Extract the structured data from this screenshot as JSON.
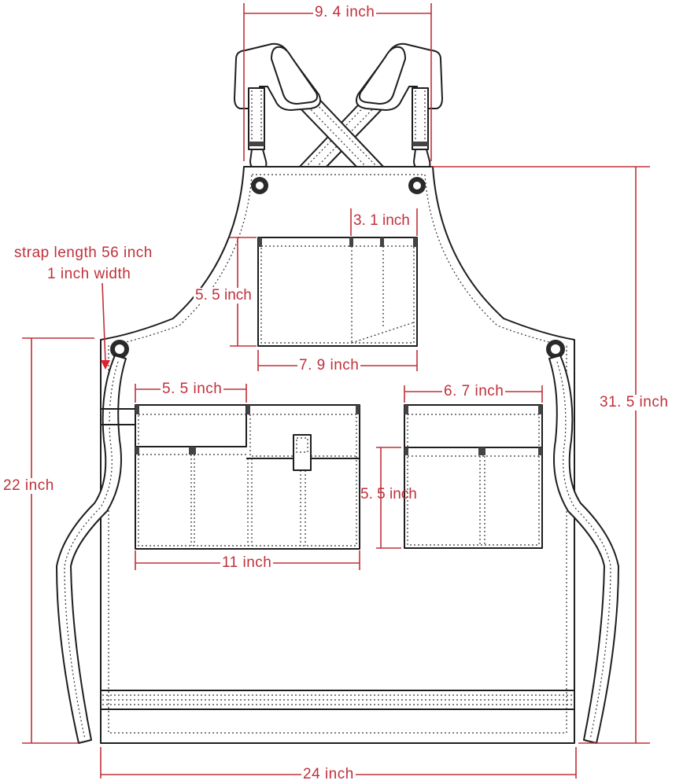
{
  "diagram": {
    "subject": "Work apron with cross-back straps",
    "accent_color": "#c0303a",
    "outline_color": "#1e1e1e",
    "dimensions": {
      "top_strap_span": "9. 4 inch",
      "overall_length": "31. 5 inch",
      "bottom_width": "24 inch",
      "lower_side_height": "22 inch",
      "strap_note_line1": "strap length  56  inch",
      "strap_note_line2": "1 inch width",
      "chest_pocket_height": "5. 5 inch",
      "chest_pocket_width": "7. 9 inch",
      "chest_pocket_slot_width": "3. 1 inch",
      "left_pocket_flap_width": "5. 5 inch",
      "left_pocket_width": "11 inch",
      "right_pocket_width": "6. 7 inch",
      "right_pocket_height": "5. 5 inch"
    }
  }
}
